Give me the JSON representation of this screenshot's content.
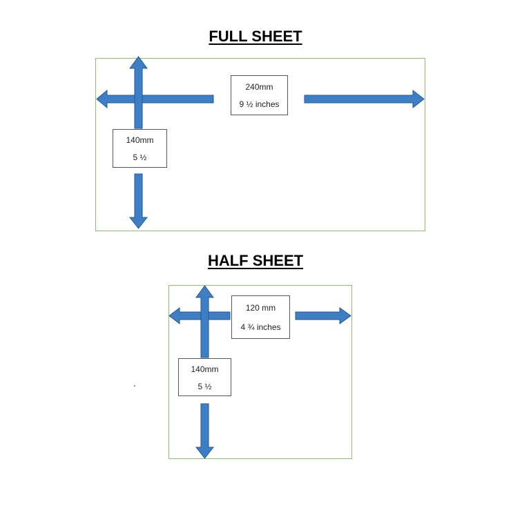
{
  "full_sheet": {
    "title": "FULL SHEET",
    "width_mm": "240mm",
    "width_in": "9 ½  inches",
    "height_mm": "140mm",
    "height_in": "5 ½"
  },
  "half_sheet": {
    "title": "HALF SHEET",
    "width_mm": "120 mm",
    "width_in": "4 ¾ inches",
    "height_mm": "140mm",
    "height_in": "5 ½"
  },
  "colors": {
    "arrow": "#3d7ec4",
    "sheet_border": "#8cc26a"
  }
}
